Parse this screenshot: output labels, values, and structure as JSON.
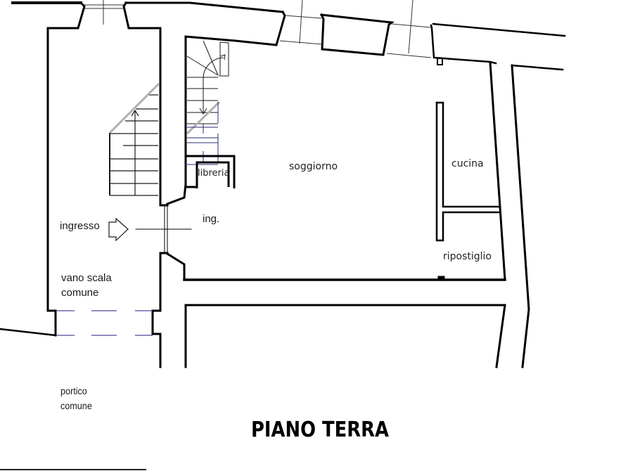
{
  "plan": {
    "title": "PIANO TERRA",
    "wall_color": "#000000",
    "stair_color": "#1a1a1a",
    "dashed_color": "#3b3b8c",
    "railing_color": "#b0b0b0"
  },
  "rooms": {
    "soggiorno": "soggiorno",
    "cucina": "cucina",
    "ripostiglio": "ripostiglio",
    "libreria": "libreria",
    "ing": "ing.",
    "ingresso": "ingresso",
    "vano_scala_line1": "vano scala",
    "vano_scala_line2": "comune",
    "portico_line1": "portico",
    "portico_line2": "comune"
  },
  "icons": {
    "entrance_arrow": "entrance-arrow-icon",
    "stair_up_arrow": "stair-up-arrow-icon",
    "stair_down_arrow": "stair-down-arrow-icon"
  }
}
